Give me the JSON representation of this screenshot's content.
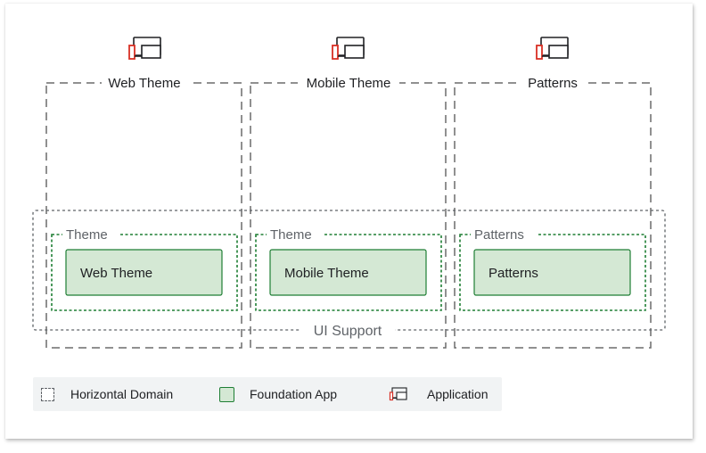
{
  "applications": [
    {
      "label": "Web Theme"
    },
    {
      "label": "Mobile Theme"
    },
    {
      "label": "Patterns"
    }
  ],
  "horizontal_domain": {
    "label": "UI Support"
  },
  "foundation_groups": [
    {
      "group_label": "Theme",
      "app_label": "Web Theme"
    },
    {
      "group_label": "Theme",
      "app_label": "Mobile Theme"
    },
    {
      "group_label": "Patterns",
      "app_label": "Patterns"
    }
  ],
  "legend": {
    "horizontal_domain": "Horizontal Domain",
    "foundation_app": "Foundation App",
    "application": "Application"
  },
  "colors": {
    "app_border": "#6b6b6b",
    "domain_border": "#5f6368",
    "group_border": "#1e7e34",
    "foundation_fill": "#d4e8d4",
    "icon_accent": "#d93025"
  }
}
